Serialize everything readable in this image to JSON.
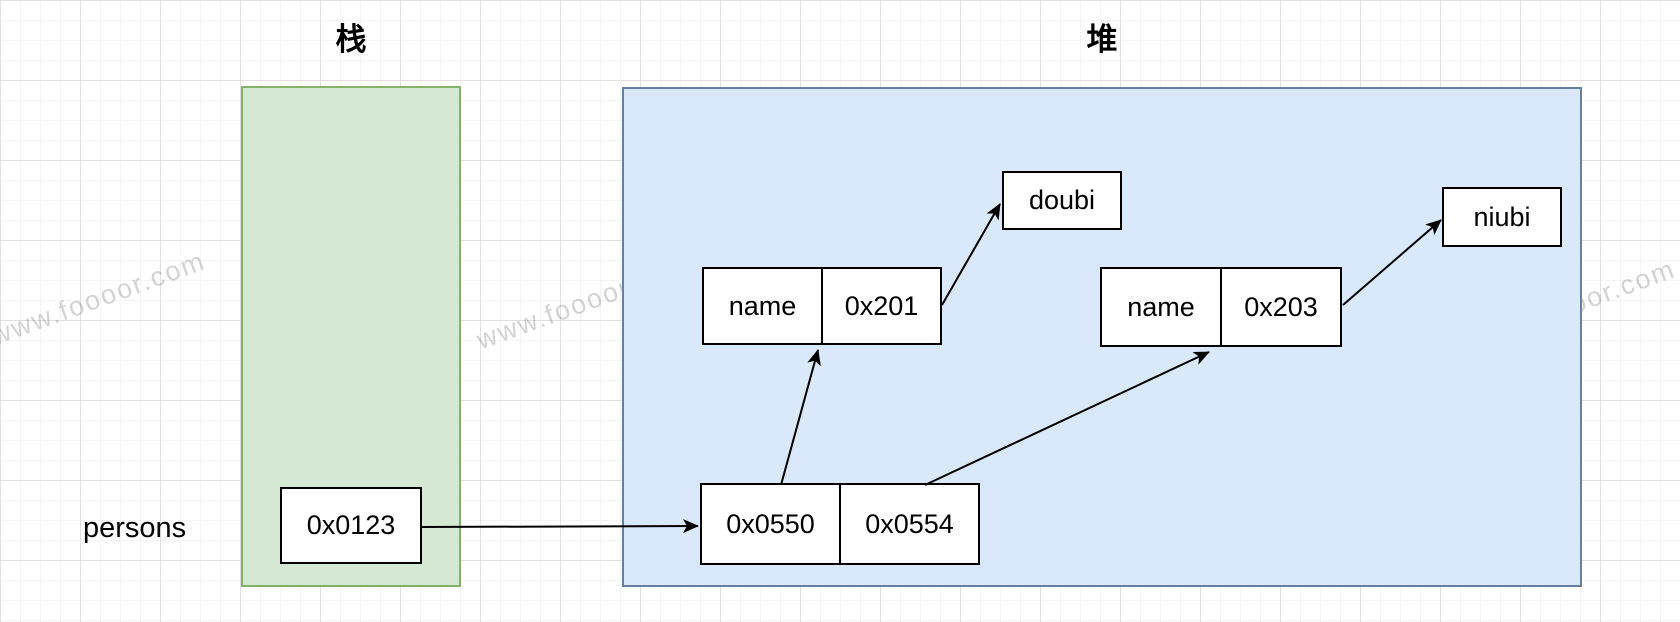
{
  "diagram": {
    "titles": {
      "stack": "栈",
      "heap": "堆"
    },
    "pointer_label": "persons",
    "stack": {
      "ref_box_value": "0x0123"
    },
    "heap": {
      "array_box": {
        "cell1": "0x0550",
        "cell2": "0x0554"
      },
      "person1": {
        "field": "name",
        "value": "0x201"
      },
      "person2": {
        "field": "name",
        "value": "0x203"
      },
      "string1": "doubi",
      "string2": "niubi"
    },
    "watermark": "www.foooor.com",
    "colors": {
      "stack_fill": "#d5e8d4",
      "stack_border": "#82b366",
      "heap_fill": "#dae8fc",
      "heap_border": "#67809f",
      "node_fill": "#ffffff",
      "node_border": "#000000",
      "arrow": "#000000"
    }
  }
}
